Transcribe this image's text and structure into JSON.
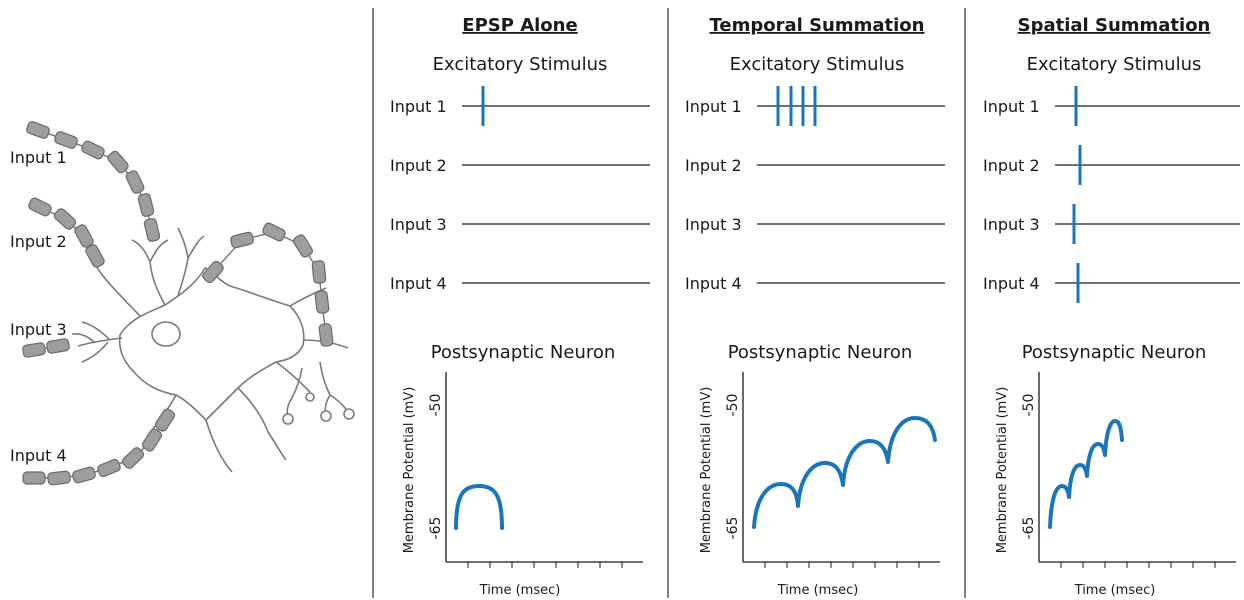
{
  "neuron": {
    "inputs": [
      "Input 1",
      "Input 2",
      "Input 3",
      "Input 4"
    ]
  },
  "panels": [
    {
      "title": "EPSP Alone",
      "stimulus_label": "Excitatory Stimulus",
      "inputs": [
        "Input 1",
        "Input 2",
        "Input 3",
        "Input 4"
      ],
      "neuron_label": "Postsynaptic Neuron",
      "ylabel": "Membrane Potential (mV)",
      "xlabel": "Time (msec)",
      "yticks": [
        "-50",
        "-65"
      ]
    },
    {
      "title": "Temporal Summation",
      "stimulus_label": "Excitatory Stimulus",
      "inputs": [
        "Input 1",
        "Input 2",
        "Input 3",
        "Input 4"
      ],
      "neuron_label": "Postsynaptic Neuron",
      "ylabel": "Membrane Potential (mV)",
      "xlabel": "Time (msec)",
      "yticks": [
        "-50",
        "-65"
      ]
    },
    {
      "title": "Spatial Summation",
      "stimulus_label": "Excitatory Stimulus",
      "inputs": [
        "Input 1",
        "Input 2",
        "Input 3",
        "Input 4"
      ],
      "neuron_label": "Postsynaptic Neuron",
      "ylabel": "Membrane Potential (mV)",
      "xlabel": "Time (msec)",
      "yticks": [
        "-50",
        "-65"
      ]
    }
  ],
  "colors": {
    "signal": "#1b75bb",
    "line": "#1a1a1a",
    "divider": "#555555",
    "myelin_fill": "#9d9d9d",
    "myelin_stroke": "#6b6b6b",
    "neuron_outline": "#7a7a7a"
  }
}
